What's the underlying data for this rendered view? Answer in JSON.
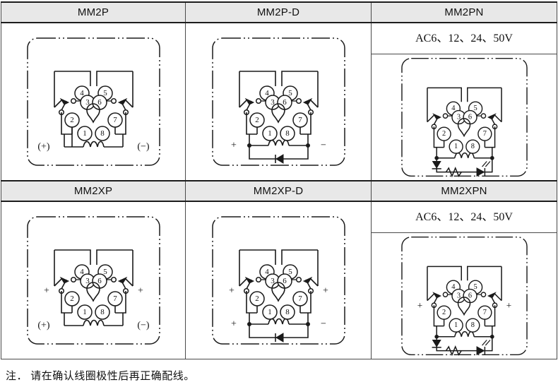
{
  "document": {
    "kind": "relay-socket-wiring-diagram-table",
    "footnote": "注． 请在确认线圈极性后再正确配线。"
  },
  "table": {
    "rows": [
      {
        "headers": [
          "MM2P",
          "MM2P-D",
          "MM2PN"
        ],
        "cells": [
          {
            "model": "MM2P",
            "subheader": null,
            "coil_left_label": "(+)",
            "coil_right_label": "(−)",
            "pins": [
              "4",
              "5",
              "3",
              "6",
              "2",
              "7",
              "1",
              "8"
            ],
            "contact_plus_marks": [],
            "components": []
          },
          {
            "model": "MM2P-D",
            "subheader": null,
            "coil_left_label": "+",
            "coil_right_label": "−",
            "pins": [
              "4",
              "5",
              "3",
              "6",
              "2",
              "7",
              "1",
              "8"
            ],
            "contact_plus_marks": [],
            "components": [
              "diode"
            ]
          },
          {
            "model": "MM2PN",
            "subheader": "AC6、12、24、50V",
            "coil_left_label": "",
            "coil_right_label": "",
            "pins": [
              "4",
              "5",
              "3",
              "6",
              "2",
              "7",
              "1",
              "8"
            ],
            "contact_plus_marks": [],
            "components": [
              "diode",
              "resistor",
              "led"
            ]
          }
        ]
      },
      {
        "headers": [
          "MM2XP",
          "MM2XP-D",
          "MM2XPN"
        ],
        "cells": [
          {
            "model": "MM2XP",
            "subheader": null,
            "coil_left_label": "(+)",
            "coil_right_label": "(−)",
            "pins": [
              "4",
              "5",
              "3",
              "6",
              "2",
              "7",
              "1",
              "8"
            ],
            "contact_plus_marks": [
              "+",
              "+"
            ],
            "components": []
          },
          {
            "model": "MM2XP-D",
            "subheader": null,
            "coil_left_label": "+",
            "coil_right_label": "−",
            "pins": [
              "4",
              "5",
              "3",
              "6",
              "2",
              "7",
              "1",
              "8"
            ],
            "contact_plus_marks": [
              "+",
              "+"
            ],
            "components": [
              "diode"
            ]
          },
          {
            "model": "MM2XPN",
            "subheader": "AC6、12、24、50V",
            "coil_left_label": "",
            "coil_right_label": "",
            "pins": [
              "4",
              "5",
              "3",
              "6",
              "2",
              "7",
              "1",
              "8"
            ],
            "contact_plus_marks": [
              "+",
              "+"
            ],
            "components": [
              "diode",
              "resistor",
              "led"
            ]
          }
        ]
      }
    ]
  },
  "colors": {
    "ink": "#1a1a1a",
    "header_fill": "#e8e8e8",
    "border": "#4a4a4a",
    "page": "#ffffff"
  }
}
